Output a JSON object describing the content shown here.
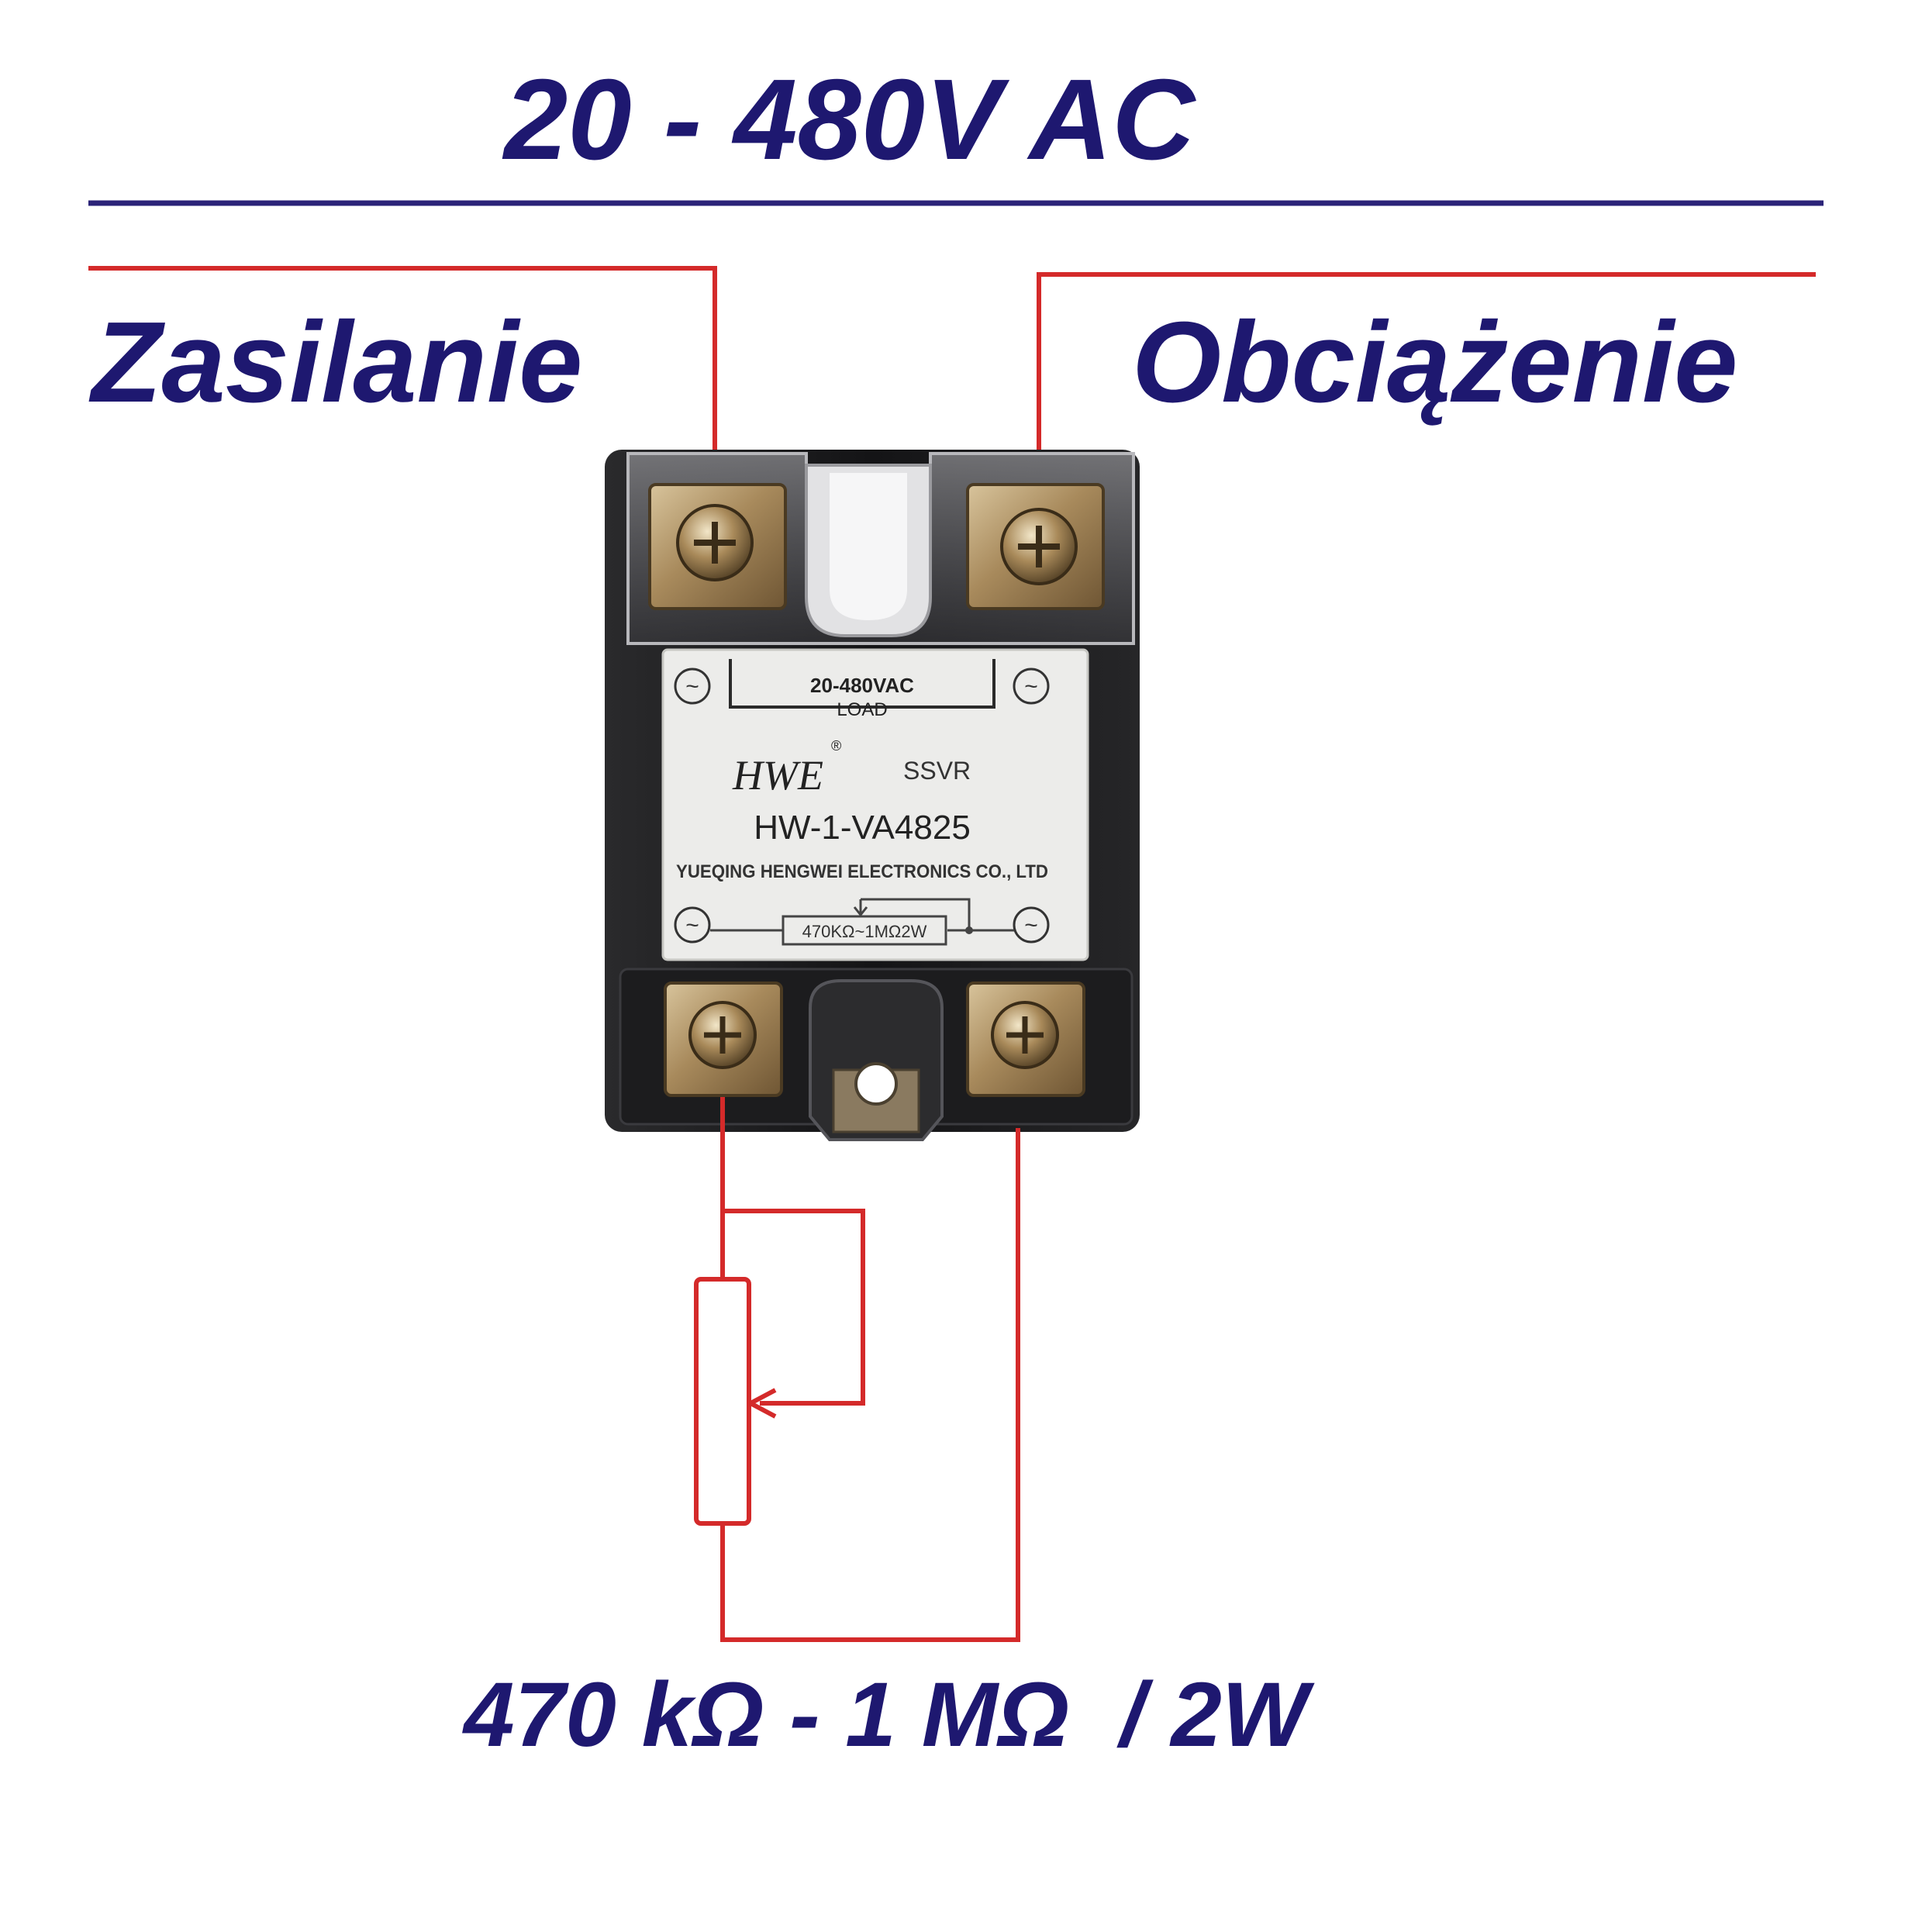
{
  "diagram": {
    "voltage_title": "20 - 480V AC",
    "supply_label": "Zasilanie",
    "load_label": "Obciążenie",
    "potentiometer_label": "470 kΩ - 1 MΩ  / 2W"
  },
  "relay_plate": {
    "load_rating": "20-480VAC",
    "load_word": "LOAD",
    "brand": "HWE",
    "registered_mark": "®",
    "type": "SSVR",
    "model": "HW-1-VA4825",
    "manufacturer": "YUEQING HENGWEI ELECTRONICS CO., LTD",
    "resistor_spec": "470KΩ~1MΩ2W",
    "terminal_symbol": "~"
  },
  "colors": {
    "text_navy": "#1e1870",
    "wire_red": "#d42a2a",
    "bus_line_navy": "#2b2378",
    "relay_body": "#1b1b1d",
    "plate": "#ececea",
    "brass": "#b89a6c"
  }
}
